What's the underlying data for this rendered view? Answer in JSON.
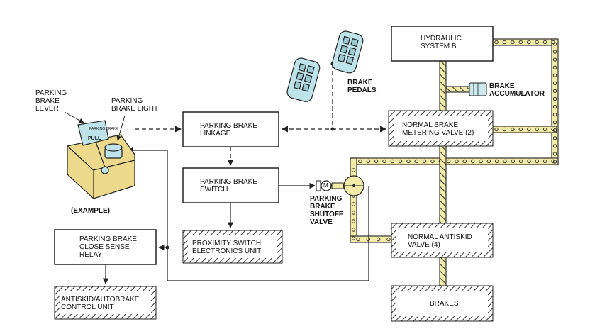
{
  "boxes": {
    "hydraulic": "HYDRAULIC\nSYSTEM B",
    "metering_valve": "NORMAL BRAKE\nMETERING VALVE (2)",
    "linkage": "PARKING BRAKE\nLINKAGE",
    "switch": "PARKING BRAKE\nSWITCH",
    "proximity": "PROXIMITY SWITCH\nELECTRONICS UNIT",
    "close_sense": "PARKING BRAKE\nCLOSE SENSE\nRELAY",
    "antiskid_unit": "ANTISKID/AUTOBRAKE\nCONTROL UNIT",
    "antiskid_valve": "NORMAL ANTISKID\nVALVE (4)",
    "brakes": "BRAKES"
  },
  "labels": {
    "lever": "PARKING\nBRAKE\nLEVER",
    "light": "PARKING\nBRAKE LIGHT",
    "example": "(EXAMPLE)",
    "pedals": "BRAKE\nPEDALS",
    "accumulator": "BRAKE\nACCUMULATOR",
    "shutoff": "PARKING\nBRAKE\nSHUTOFF\nVALVE",
    "motor_symbol": "M",
    "lever_plate": "PARKING\nBRAKE\nPULL"
  },
  "colors": {
    "hydraulic_line": "#f3eba8",
    "line_stroke": "#333333",
    "wire": "#222222"
  },
  "icons": [
    "parking-brake-lever-icon",
    "brake-pedals-icon",
    "accumulator-icon",
    "motor-icon",
    "shutoff-valve-icon"
  ]
}
